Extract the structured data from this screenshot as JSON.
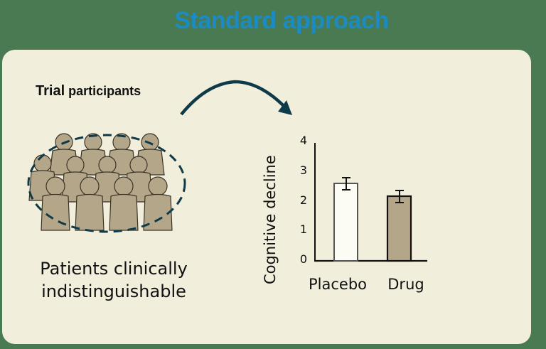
{
  "title": "Standard approach",
  "colors": {
    "title": "#1a8cc3",
    "panel_bg": "#f1eedb",
    "outer_bg": "#4a7a52",
    "person_fill": "#b4a689",
    "arrow": "#0f3a4a",
    "drug_bar": "#b4a689",
    "placebo_bar": "#fdfcf4"
  },
  "left": {
    "heading_bold": "Trial",
    "heading_rest": "participants",
    "caption_line1": "Patients clinically",
    "caption_line2": "indistinguishable",
    "people_icon": "group-of-people-icon",
    "people_count": 13
  },
  "arrow_icon": "curved-arrow-icon",
  "chart_data": {
    "type": "bar",
    "title": "",
    "xlabel": "",
    "ylabel": "Cognitive decline",
    "categories": [
      "Placebo",
      "Drug"
    ],
    "values": [
      2.63,
      2.2
    ],
    "error": [
      0.25,
      0.22
    ],
    "ylim": [
      0,
      4
    ],
    "yticks": [
      "0",
      "1",
      "2",
      "3",
      "4"
    ],
    "grid": false,
    "legend": null
  }
}
